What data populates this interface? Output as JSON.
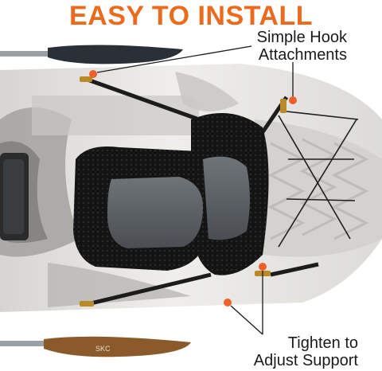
{
  "headline": "EASY TO INSTALL",
  "callouts": {
    "attachments": {
      "line1": "Simple Hook",
      "line2": "Attachments"
    },
    "tighten": {
      "line1": "Tighten to",
      "line2": "Adjust Support"
    }
  },
  "paddle_logo": "SKC",
  "colors": {
    "accent": "#ec6a1e",
    "marker": "#f0612a",
    "hull_white": "#e9e8e5",
    "hull_grey": "#9d9d9a",
    "seat_black": "#151515",
    "seat_grey": "#6f7478",
    "paddle_dark": "#2b3036"
  }
}
